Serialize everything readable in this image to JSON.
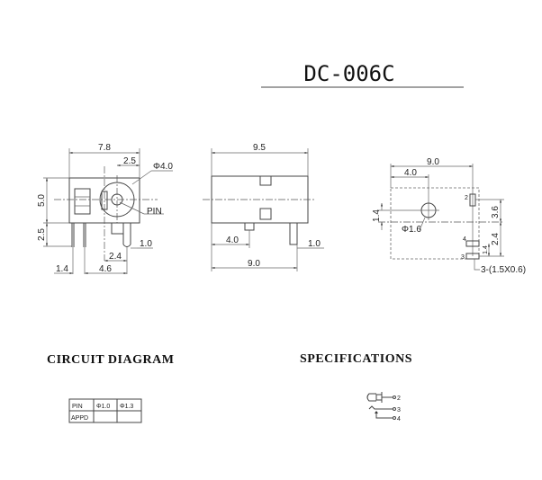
{
  "title": "DC-006C",
  "front_view": {
    "width": "7.8",
    "pin_offset": "2.5",
    "diameter": "Φ4.0",
    "height": "5.0",
    "pin_height": "2.5",
    "pin_label": "PIN",
    "d1": "1.0",
    "d2": "2.4",
    "d3": "1.4",
    "d4": "4.6"
  },
  "side_view": {
    "length": "9.5",
    "d1": "4.0",
    "d2": "1.0",
    "d3": "9.0"
  },
  "pcb_view": {
    "width": "9.0",
    "hole_offset": "4.0",
    "hole_v": "1.4",
    "hole_dia": "Φ1.6",
    "d1": "3.6",
    "d2": "2.4",
    "d3": "1.4",
    "pad_spec": "3-(1.5X0.6)",
    "pins": [
      "2",
      "4",
      "3"
    ]
  },
  "headings": {
    "circuit": "CIRCUIT DIAGRAM",
    "specs": "SPECIFICATIONS"
  },
  "table": {
    "headers": [
      "PIN",
      "Φ1.0",
      "Φ1.3"
    ],
    "row_label": "APPD"
  },
  "schematic": {
    "pins": [
      "2",
      "3",
      "4"
    ]
  }
}
